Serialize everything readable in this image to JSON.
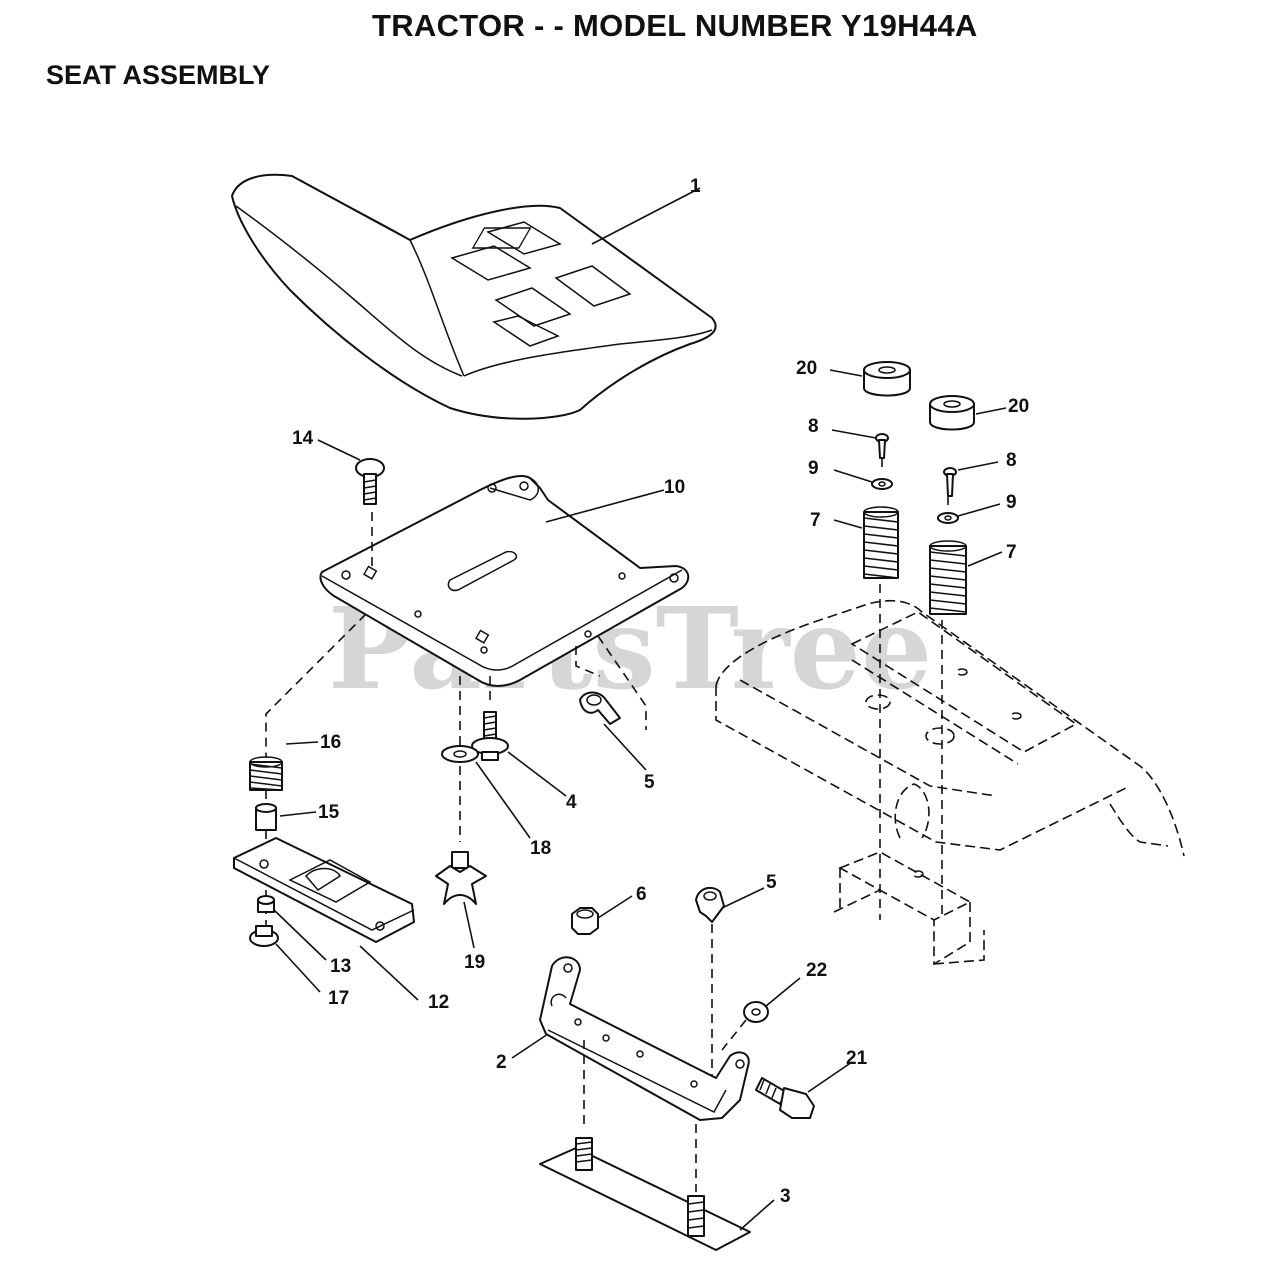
{
  "header": {
    "title": "TRACTOR - - MODEL NUMBER Y19H44A",
    "section": "SEAT ASSEMBLY"
  },
  "watermark": "PartsTree",
  "callouts": {
    "c1": "1",
    "c2": "2",
    "c3": "3",
    "c4": "4",
    "c5a": "5",
    "c5b": "5",
    "c6": "6",
    "c7a": "7",
    "c7b": "7",
    "c8a": "8",
    "c8b": "8",
    "c9a": "9",
    "c9b": "9",
    "c10": "10",
    "c12": "12",
    "c13": "13",
    "c14": "14",
    "c15": "15",
    "c16": "16",
    "c17": "17",
    "c18": "18",
    "c19": "19",
    "c20a": "20",
    "c20b": "20",
    "c21": "21",
    "c22": "22"
  }
}
